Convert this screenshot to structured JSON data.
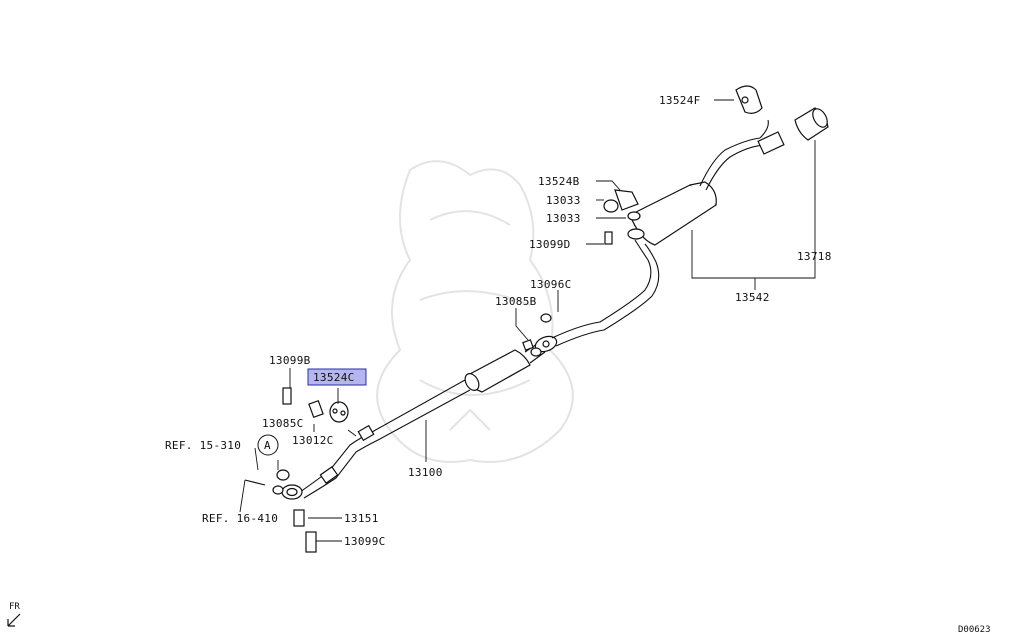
{
  "diagram_id": "D00623",
  "fr_label": "FR",
  "callouts": {
    "p13524F": "13524F",
    "p13524B": "13524B",
    "p13033_a": "13033",
    "p13033_b": "13033",
    "p13099D": "13099D",
    "p13718": "13718",
    "p13096C": "13096C",
    "p13085B": "13085B",
    "p13542": "13542",
    "p13099B": "13099B",
    "p13524C": "13524C",
    "p13085C": "13085C",
    "p13012C": "13012C",
    "ref15": "REF. 15-310",
    "ref_a": "A",
    "p13100": "13100",
    "ref16": "REF. 16-410",
    "p13151": "13151",
    "p13099C": "13099C"
  },
  "highlighted_part": "13524C"
}
